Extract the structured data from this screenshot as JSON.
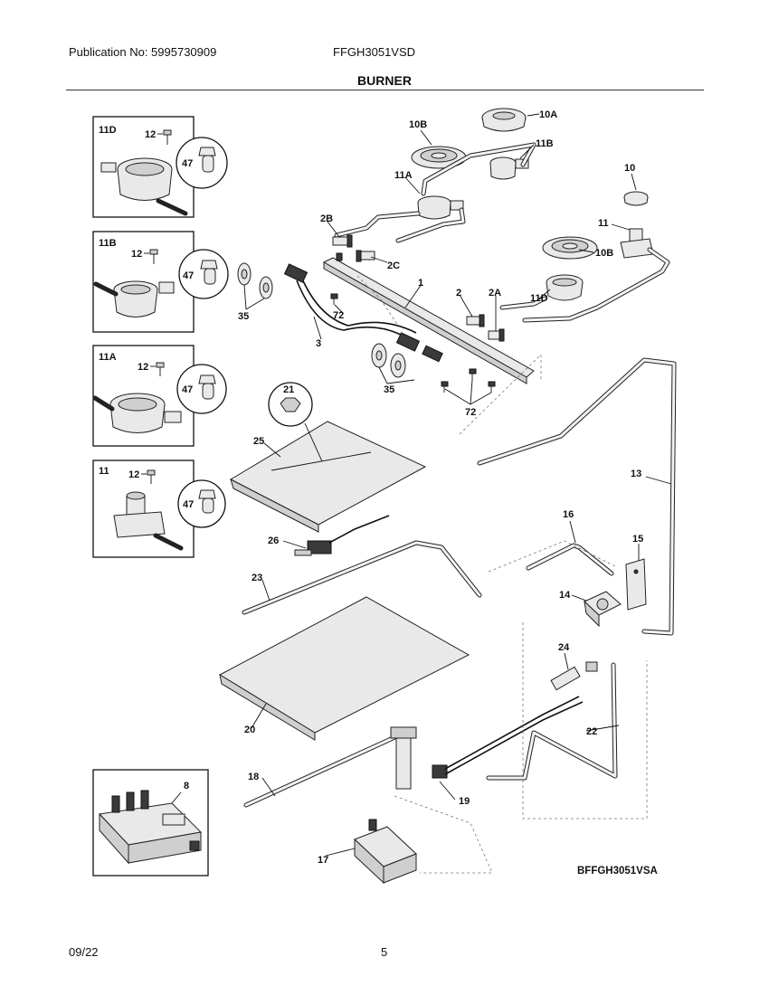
{
  "header": {
    "publication": "Publication No: 5995730909",
    "model": "FFGH3051VSD",
    "title": "BURNER"
  },
  "footer": {
    "date": "09/22",
    "page": "5"
  },
  "diagram": {
    "code": "BFFGH3051VSA",
    "labels": {
      "l1": "1",
      "l2": "2",
      "l2A": "2A",
      "l2B": "2B",
      "l2C": "2C",
      "l3": "3",
      "l10": "10",
      "l10A": "10A",
      "l10B_top": "10B",
      "l10B_right": "10B",
      "l11": "11",
      "l11A": "11A",
      "l11B": "11B",
      "l11D": "11D",
      "l13": "13",
      "l14": "14",
      "l15": "15",
      "l16": "16",
      "l17": "17",
      "l18": "18",
      "l19": "19",
      "l20": "20",
      "l21": "21",
      "l22": "22",
      "l23": "23",
      "l24": "24",
      "l25": "25",
      "l26": "26",
      "l35a": "35",
      "l35b": "35",
      "l72a": "72",
      "l72b": "72"
    },
    "insets": [
      {
        "title": "11D",
        "screw": "12",
        "cap": "47"
      },
      {
        "title": "11B",
        "screw": "12",
        "cap": "47"
      },
      {
        "title": "11A",
        "screw": "12",
        "cap": "47"
      },
      {
        "title": "11",
        "screw": "12",
        "cap": "47"
      }
    ],
    "inset8": "8"
  }
}
